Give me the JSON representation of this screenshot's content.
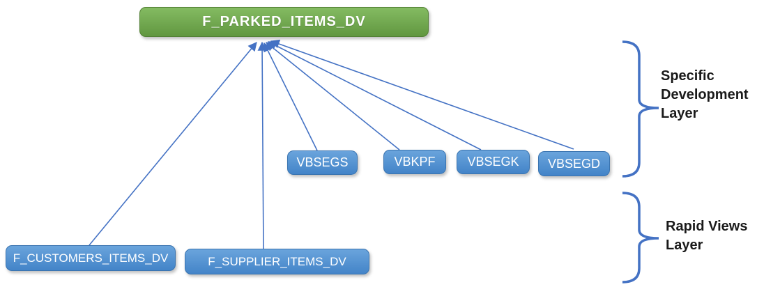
{
  "diagram": {
    "title_node": {
      "label": "F_PARKED_ITEMS_DV"
    },
    "source_tables": [
      {
        "label": "VBSEGS"
      },
      {
        "label": "VBKPF"
      },
      {
        "label": "VBSEGK"
      },
      {
        "label": "VBSEGD"
      }
    ],
    "view_nodes": [
      {
        "label": "F_CUSTOMERS_ITEMS_DV"
      },
      {
        "label": "F_SUPPLIER_ITEMS_DV"
      }
    ],
    "layers": [
      {
        "label": "Specific Development Layer"
      },
      {
        "label": "Rapid Views Layer"
      }
    ],
    "colors": {
      "node_green": "#70AD47",
      "node_green_border": "#538135",
      "node_blue": "#5B9BD5",
      "node_blue_border": "#3A74B0",
      "connector": "#4472C4",
      "brace": "#4472C4",
      "label_text": "#1A1A1A"
    }
  }
}
